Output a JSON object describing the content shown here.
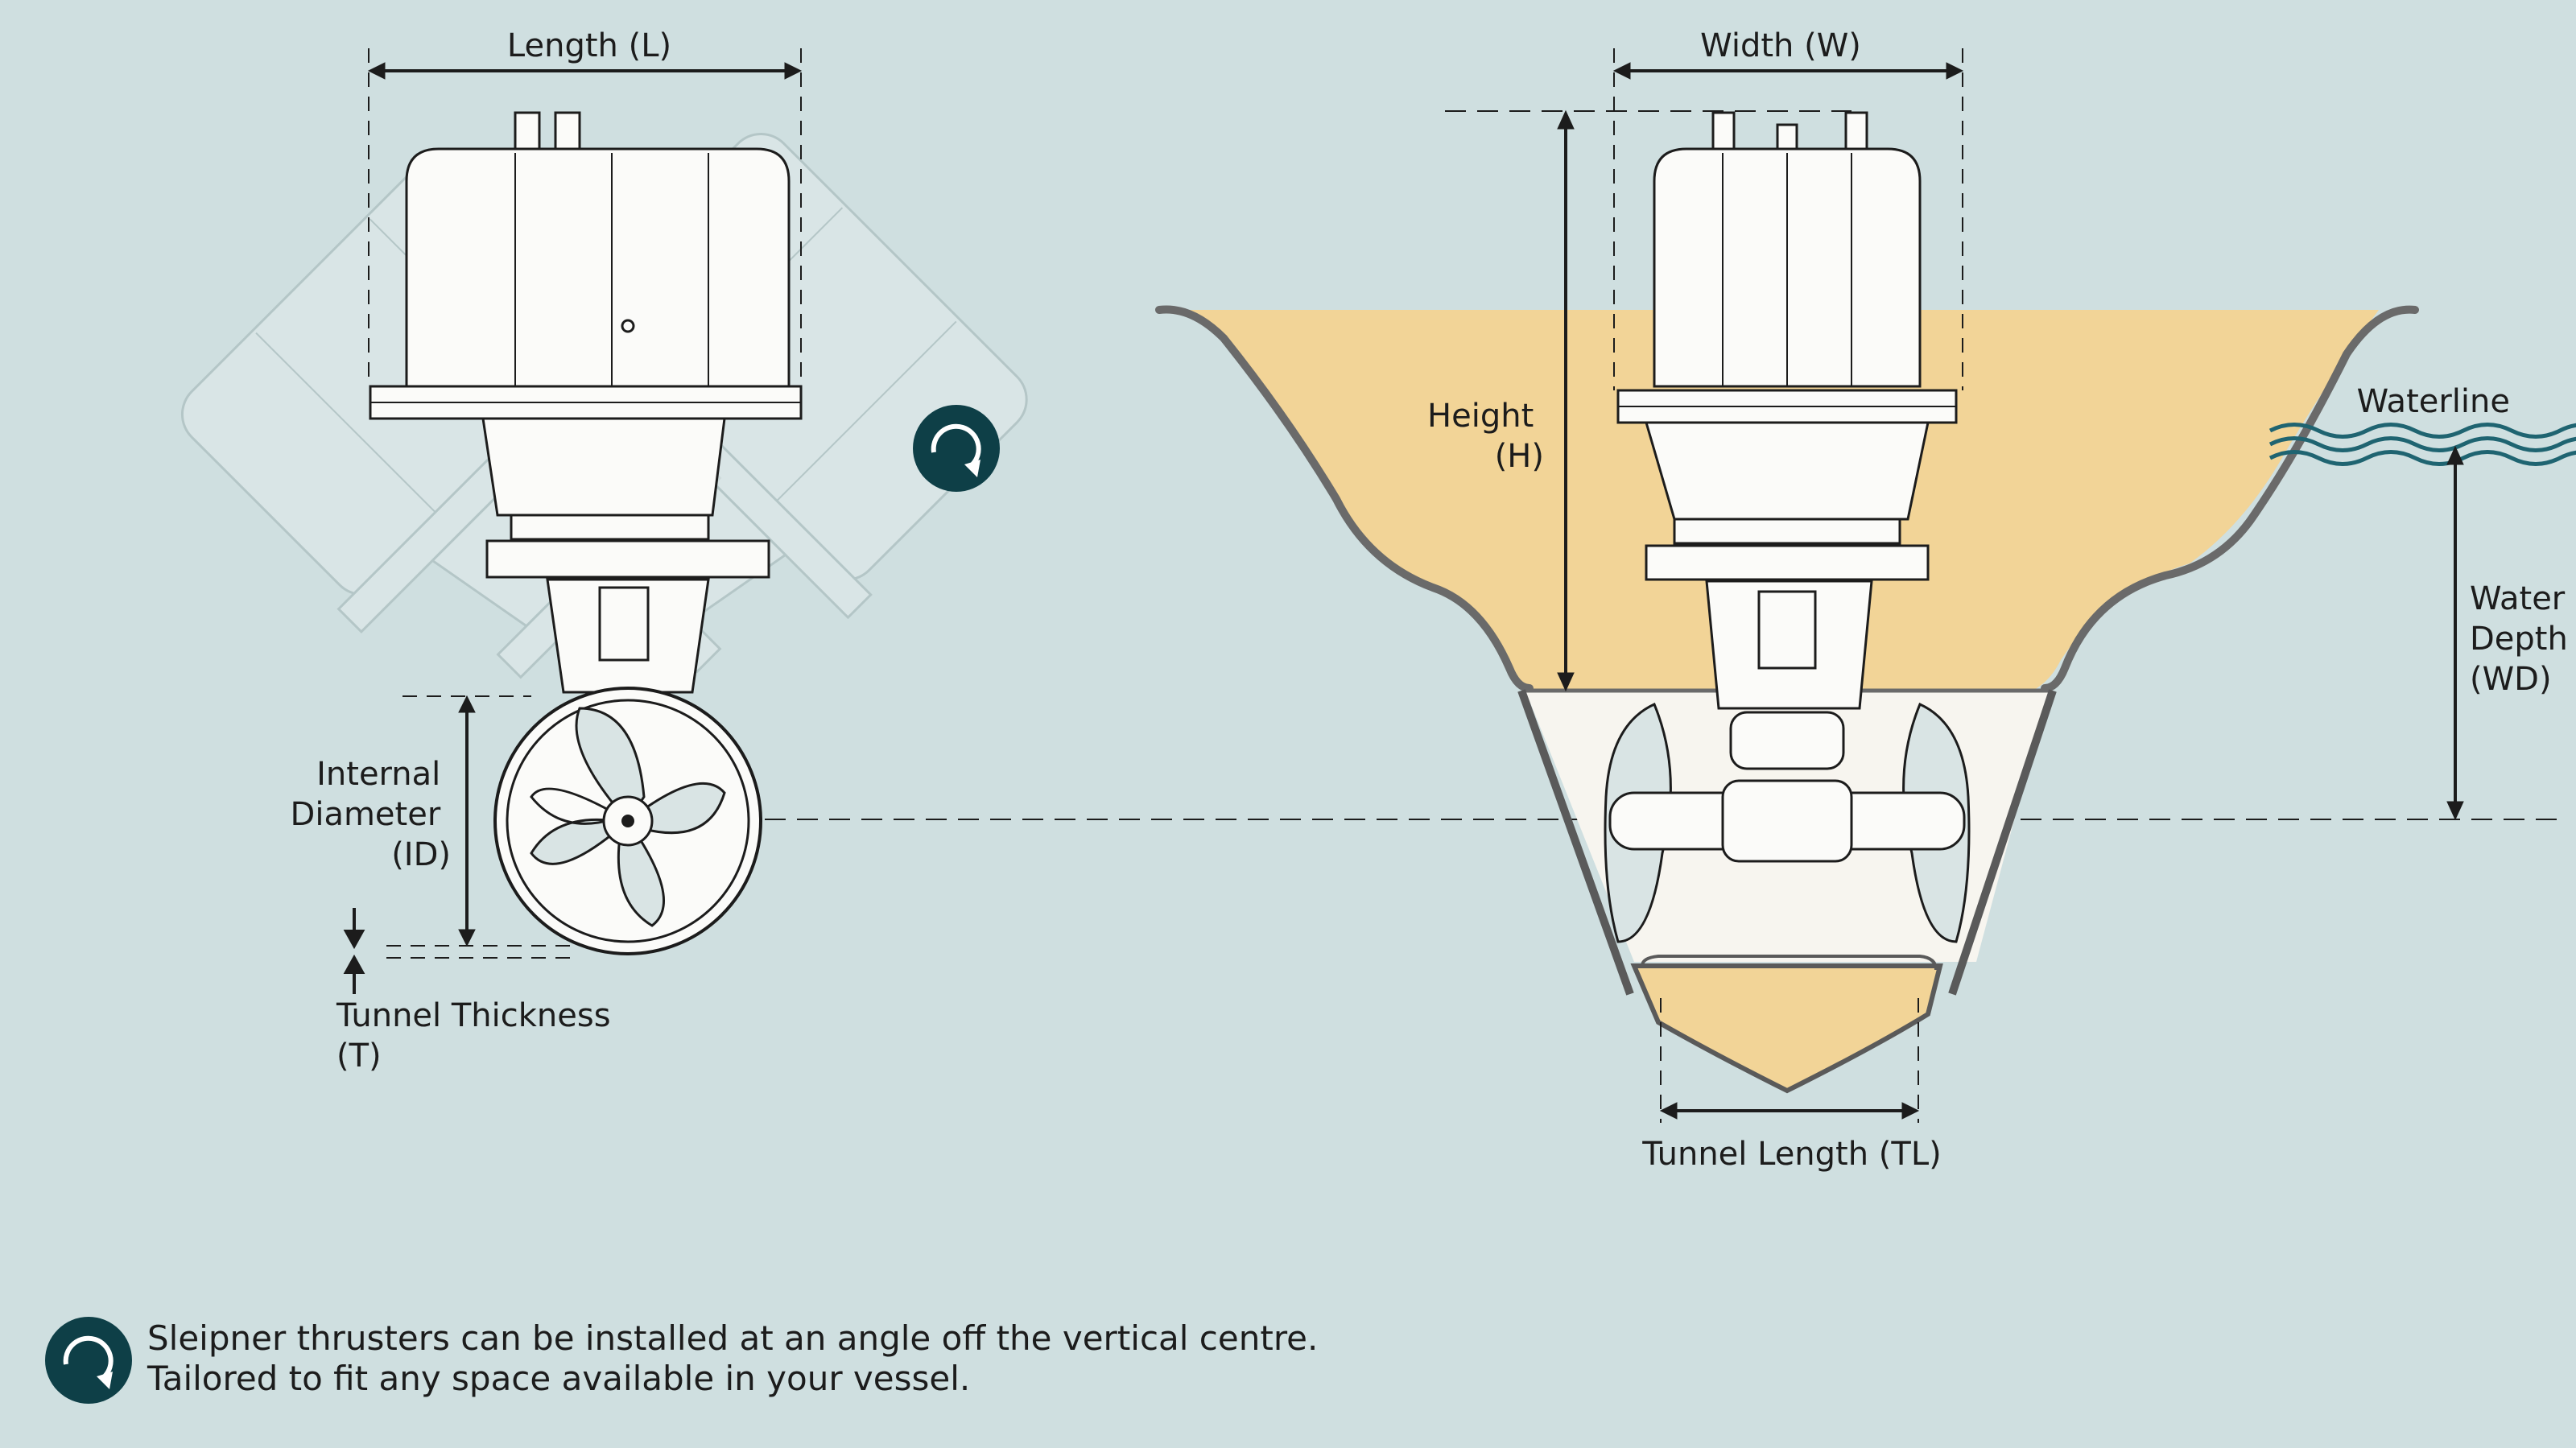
{
  "labels": {
    "length": "Length (L)",
    "width": "Width (W)",
    "height": [
      "Height",
      "(H)"
    ],
    "internal_diameter": [
      "Internal",
      "Diameter",
      "(ID)"
    ],
    "tunnel_thickness": [
      "Tunnel Thickness",
      "(T)"
    ],
    "tunnel_length": "Tunnel Length (TL)",
    "waterline": "Waterline",
    "water_depth": [
      "Water",
      "Depth",
      "(WD)"
    ]
  },
  "footer": {
    "icon": "rotate-icon",
    "line1": "Sleipner thrusters can be installed at an angle off the vertical centre.",
    "line2": "Tailored to fit any space available in your vessel."
  },
  "colors": {
    "background": "#cfdfe0",
    "hull_fill": "#f2d497",
    "tunnel_fill": "#f7f5ef",
    "icon": "#0e3f47",
    "water": "#1f6471",
    "line": "#1c1c1c",
    "ghost": "#dbe6e6"
  }
}
